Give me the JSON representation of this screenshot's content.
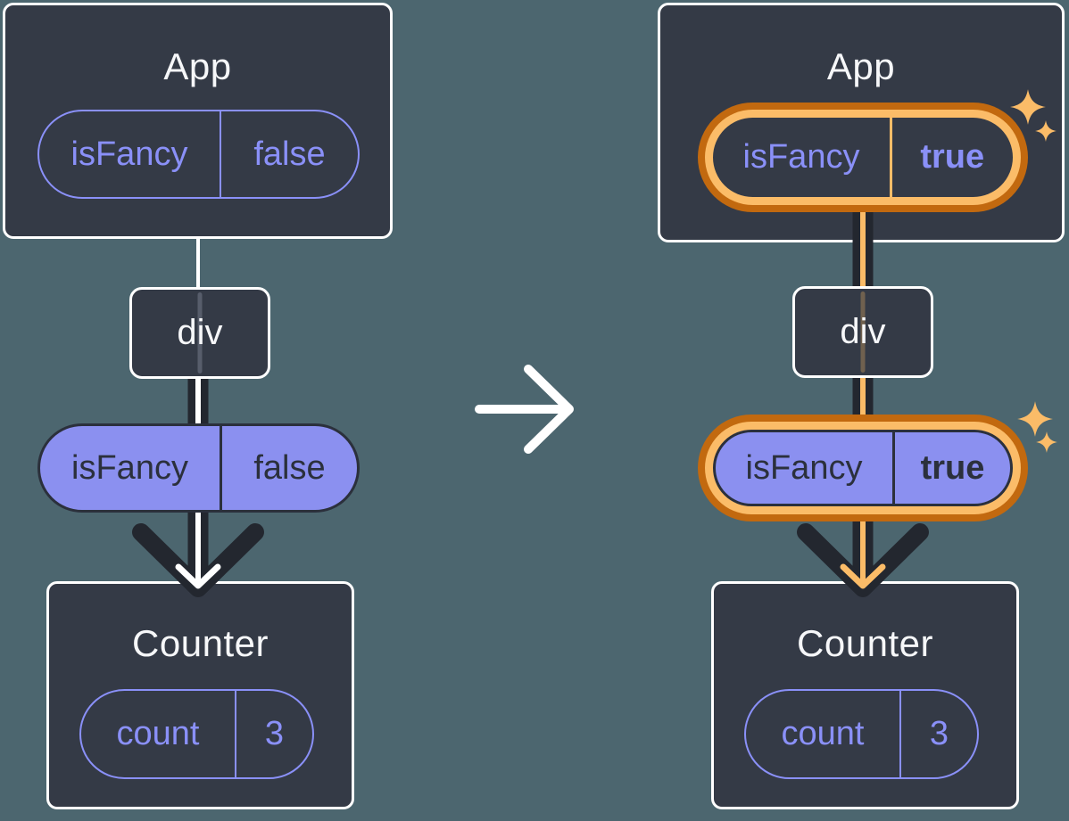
{
  "colors": {
    "bg": "#4C666F",
    "card": "#343A46",
    "cardBorder": "#FFFFFF",
    "title": "#F6F7F9",
    "purple": "#8A90F8",
    "purpleFill": "#8B90F0",
    "darkText": "#2B303C",
    "dark": "#23272F",
    "orange": "#C2690F",
    "orangeLight": "#FBBC68",
    "white": "#FFFFFF"
  },
  "left": {
    "app": {
      "title": "App",
      "state": {
        "name": "isFancy",
        "value": "false"
      }
    },
    "div": {
      "label": "div"
    },
    "prop": {
      "name": "isFancy",
      "value": "false"
    },
    "counter": {
      "title": "Counter",
      "state": {
        "name": "count",
        "value": "3"
      }
    }
  },
  "right": {
    "app": {
      "title": "App",
      "state": {
        "name": "isFancy",
        "value": "true"
      }
    },
    "div": {
      "label": "div"
    },
    "prop": {
      "name": "isFancy",
      "value": "true"
    },
    "counter": {
      "title": "Counter",
      "state": {
        "name": "count",
        "value": "3"
      }
    }
  }
}
